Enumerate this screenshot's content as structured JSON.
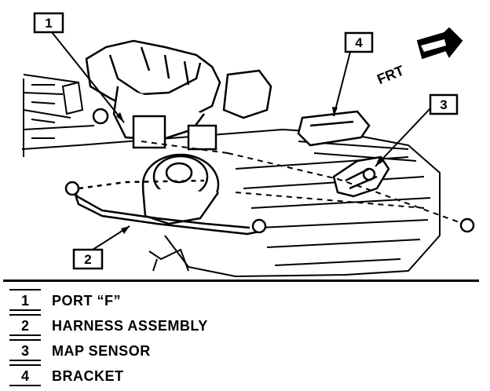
{
  "orientation": {
    "label": "FRT"
  },
  "callouts": [
    {
      "number": "1"
    },
    {
      "number": "2"
    },
    {
      "number": "3"
    },
    {
      "number": "4"
    }
  ],
  "legend": [
    {
      "number": "1",
      "label": "PORT “F”"
    },
    {
      "number": "2",
      "label": "HARNESS ASSEMBLY"
    },
    {
      "number": "3",
      "label": "MAP SENSOR"
    },
    {
      "number": "4",
      "label": "BRACKET"
    }
  ]
}
